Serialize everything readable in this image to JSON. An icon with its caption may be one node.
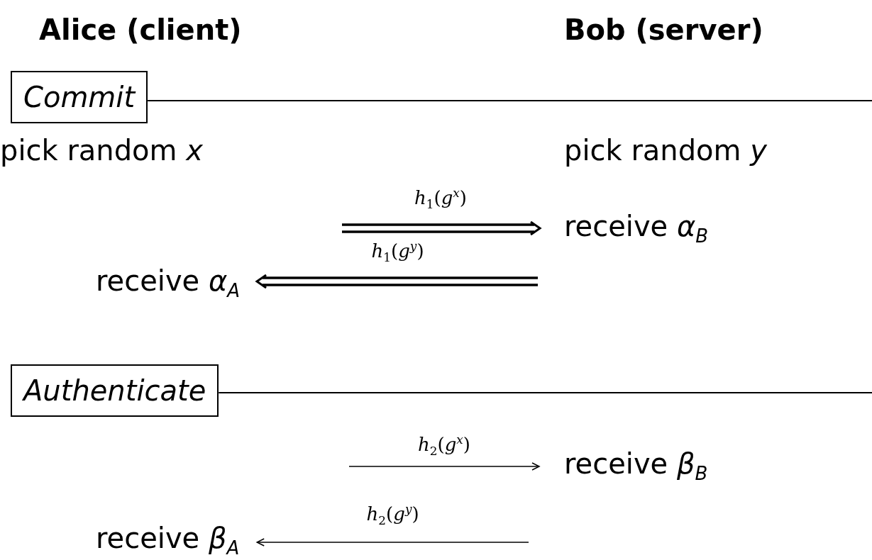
{
  "diagram": {
    "nodes": [
      {
        "text": [
          "Commit"
        ]
      },
      {
        "text": [
          "receive *α*$_{B}$"
        ]
      },
      {
        "text": [
          "receive *α*$_{A}$"
        ]
      },
      {
        "text": [
          "Authenticate"
        ]
      },
      {
        "text": [
          "receive *β*$_{B}$"
        ]
      },
      {
        "text": [
          "receive *β*$_{A}$"
        ]
      }
    ],
    "edges": [
      {
        "from": null,
        "to": 1,
        "arrow": "to",
        "label": "*h*$_{1}$(*g*$^{x}$)",
        "style": "thick"
      },
      {
        "from": null,
        "to": 2,
        "arrow": "to",
        "label": "*h*$_{1}$(*g*$^{y}$)",
        "style": "thick"
      },
      {
        "from": null,
        "to": 4,
        "arrow": "to",
        "label": "*h*$_{2}$(*g*$^{x}$)"
      },
      {
        "from": null,
        "to": 5,
        "arrow": "to",
        "label": "*h*$_{2}$(*g*$^{y}$)"
      }
    ],
    "labels": [
      "Alice (client)",
      "Bob (server)",
      "pick random *x*",
      "pick random *y*"
    ]
  }
}
